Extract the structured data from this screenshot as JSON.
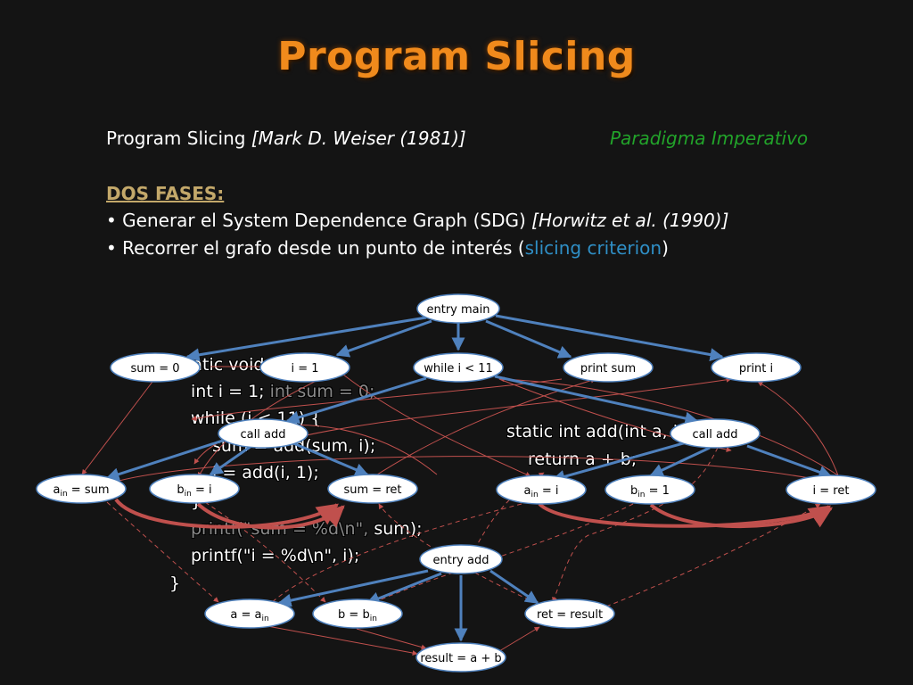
{
  "slide": {
    "title": "Program Slicing",
    "line1": {
      "text": "Program Slicing ",
      "cite": "[Mark D. Weiser (1981)]",
      "paradigm": "Paradigma Imperativo"
    },
    "section_heading": "DOS FASES:",
    "bullet1": {
      "text": "• Generar el System Dependence Graph (SDG) ",
      "cite": "[Horwitz et al. (1990)]"
    },
    "bullet2": {
      "pre": "• Recorrer el grafo desde un punto de interés (",
      "highlight": "slicing criterion",
      "post": ")"
    }
  },
  "code_main": {
    "l1": "static void main(",
    "l2a": "int i = 1; ",
    "l2b": "int sum = 0;",
    "l3": "while (i < 11) {",
    "l4": "sum = add(sum, i);",
    "l5": "i = add(i, 1);",
    "l6": "}",
    "l7a": "printf(\"sum = %d\\n\", ",
    "l7b": "sum);",
    "l8": "printf(\"i = %d\\n\", i);",
    "l9": "}"
  },
  "code_add": {
    "l1": "static int add(int a, int b) {",
    "l2": "return a + b;"
  },
  "nodes": {
    "entry_main": "entry main",
    "sum0": "sum = 0",
    "i1": "i = 1",
    "while": "while i < 11",
    "print_sum": "print sum",
    "print_i": "print i",
    "call_add_1": "call add",
    "call_add_2": "call add",
    "ain_sum": {
      "base": "a",
      "sub": "in",
      "rest": " = sum"
    },
    "bin_i": {
      "base": "b",
      "sub": "in",
      "rest": " = i"
    },
    "sum_ret": "sum = ret",
    "ain_i": {
      "base": "a",
      "sub": "in",
      "rest": " = i"
    },
    "bin_1": {
      "base": "b",
      "sub": "in",
      "rest": " = 1"
    },
    "i_ret": "i = ret",
    "entry_add": "entry add",
    "a_ain": {
      "pre": "a = a",
      "sub": "in"
    },
    "b_bin": {
      "pre": "b = b",
      "sub": "in"
    },
    "ret_result": "ret = result",
    "result": "result = a + b"
  },
  "colors": {
    "title": "#f08a1c",
    "control_edge": "#4f81bd",
    "data_edge": "#c0504d",
    "node_fill": "#ffffff"
  }
}
